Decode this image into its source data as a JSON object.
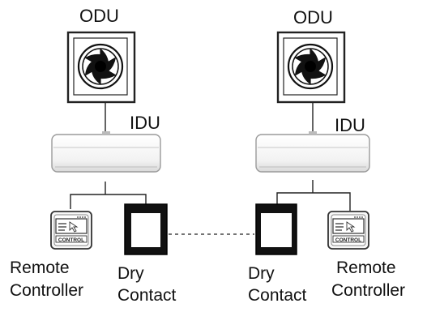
{
  "labels": {
    "odu": "ODU",
    "idu": "IDU",
    "remote_controller_line1": "Remote",
    "remote_controller_line2": "Controller",
    "dry_contact_line1": "Dry",
    "dry_contact_line2": "Contact",
    "control_text": "CONTROL"
  },
  "groups": [
    {
      "id": "left"
    },
    {
      "id": "right"
    }
  ],
  "connections": {
    "dry_contact_link_style": "dashed"
  },
  "colors": {
    "stroke": "#222222",
    "dark_fill": "#111111",
    "panel_fill": "#ffffff",
    "shadow": "#cfcfcf"
  },
  "icons": {
    "odu": "fan-icon",
    "remote": "remote-controller-icon",
    "dry": "dry-contact-icon"
  }
}
